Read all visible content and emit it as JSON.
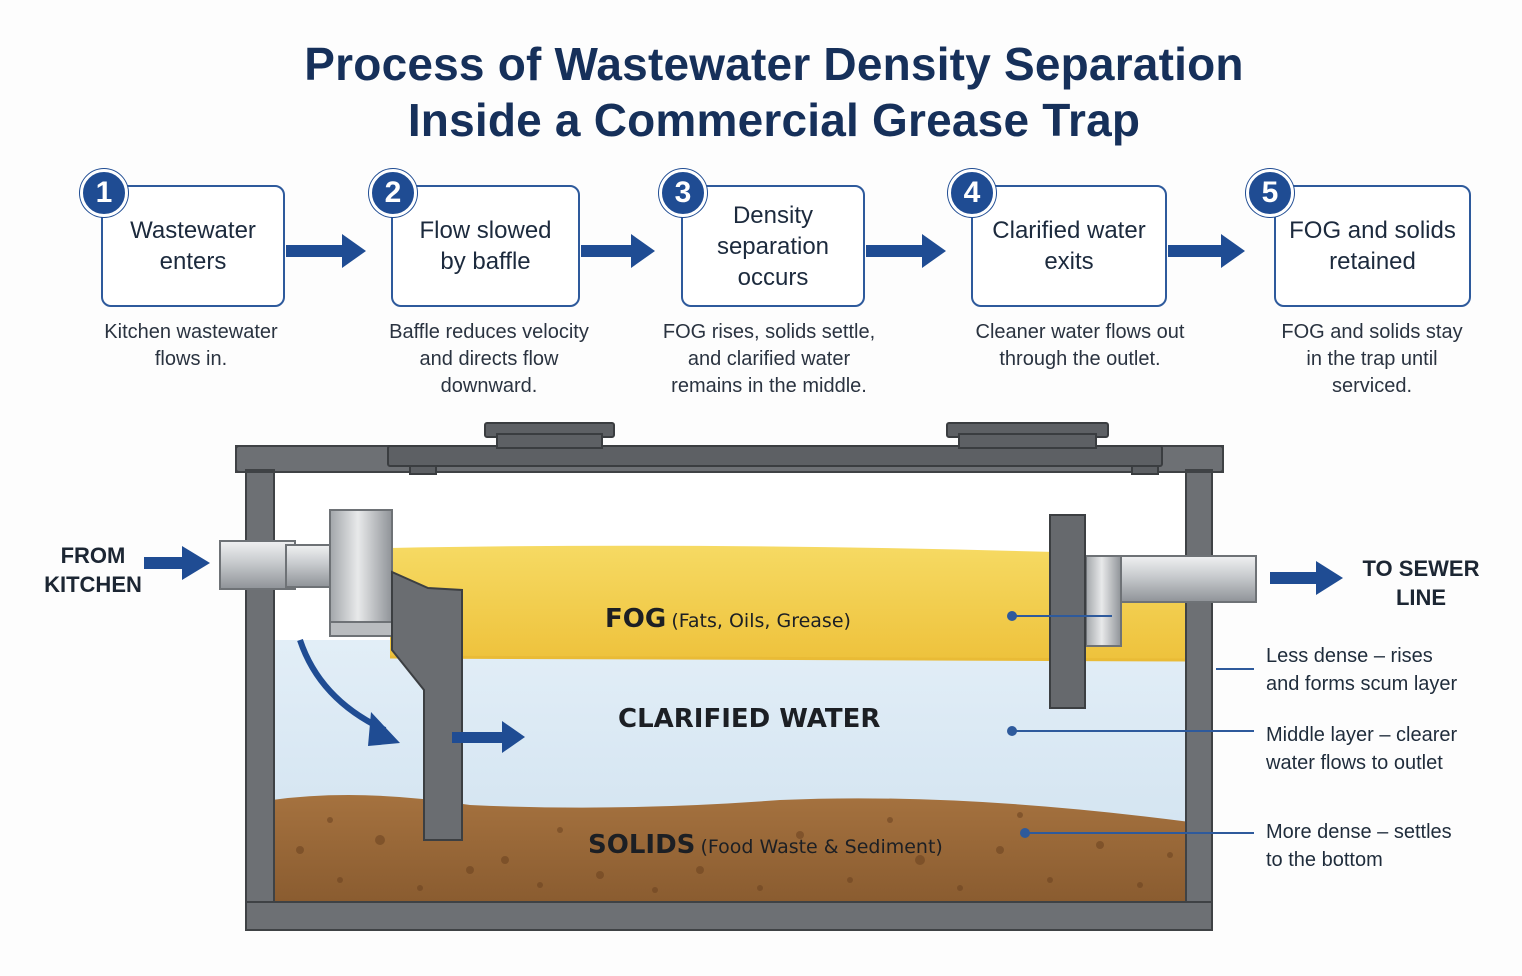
{
  "title": "Process of Wastewater Density Separation\nInside a Commercial Grease Trap",
  "steps": [
    {
      "number": "1",
      "label": "Wastewater\nenters",
      "description": "Kitchen wastewater\nflows in."
    },
    {
      "number": "2",
      "label": "Flow slowed\nby baffle",
      "description": "Baffle reduces velocity\nand directs flow\ndownward."
    },
    {
      "number": "3",
      "label": "Density\nseparation\noccurs",
      "description": "FOG rises, solids settle,\nand clarified water\nremains in the middle."
    },
    {
      "number": "4",
      "label": "Clarified water\nexits",
      "description": "Cleaner water flows out\nthrough the outlet."
    },
    {
      "number": "5",
      "label": "FOG and solids\nretained",
      "description": "FOG and solids stay\nin the trap until\nserviced."
    }
  ],
  "diagram": {
    "inlet_label": "FROM\nKITCHEN",
    "outlet_label": "TO SEWER\nLINE",
    "layers": {
      "fog": {
        "name": "FOG",
        "detail": "(Fats, Oils, Grease)"
      },
      "water": {
        "name": "CLARIFIED WATER"
      },
      "solids": {
        "name": "SOLIDS",
        "detail": "(Food Waste & Sediment)"
      }
    },
    "annotations": [
      "Less dense – rises\nand forms scum layer",
      "Middle layer – clearer\nwater flows  to outlet",
      "More dense – settles\nto the bottom"
    ]
  },
  "colors": {
    "navy": "#16305a",
    "accent_blue": "#1f4c93",
    "fog_yellow": "#f1cf4a",
    "water_blue": "#dbeaf5",
    "solids_brown": "#9a6a3a",
    "tank_gray": "#6b6e72"
  }
}
